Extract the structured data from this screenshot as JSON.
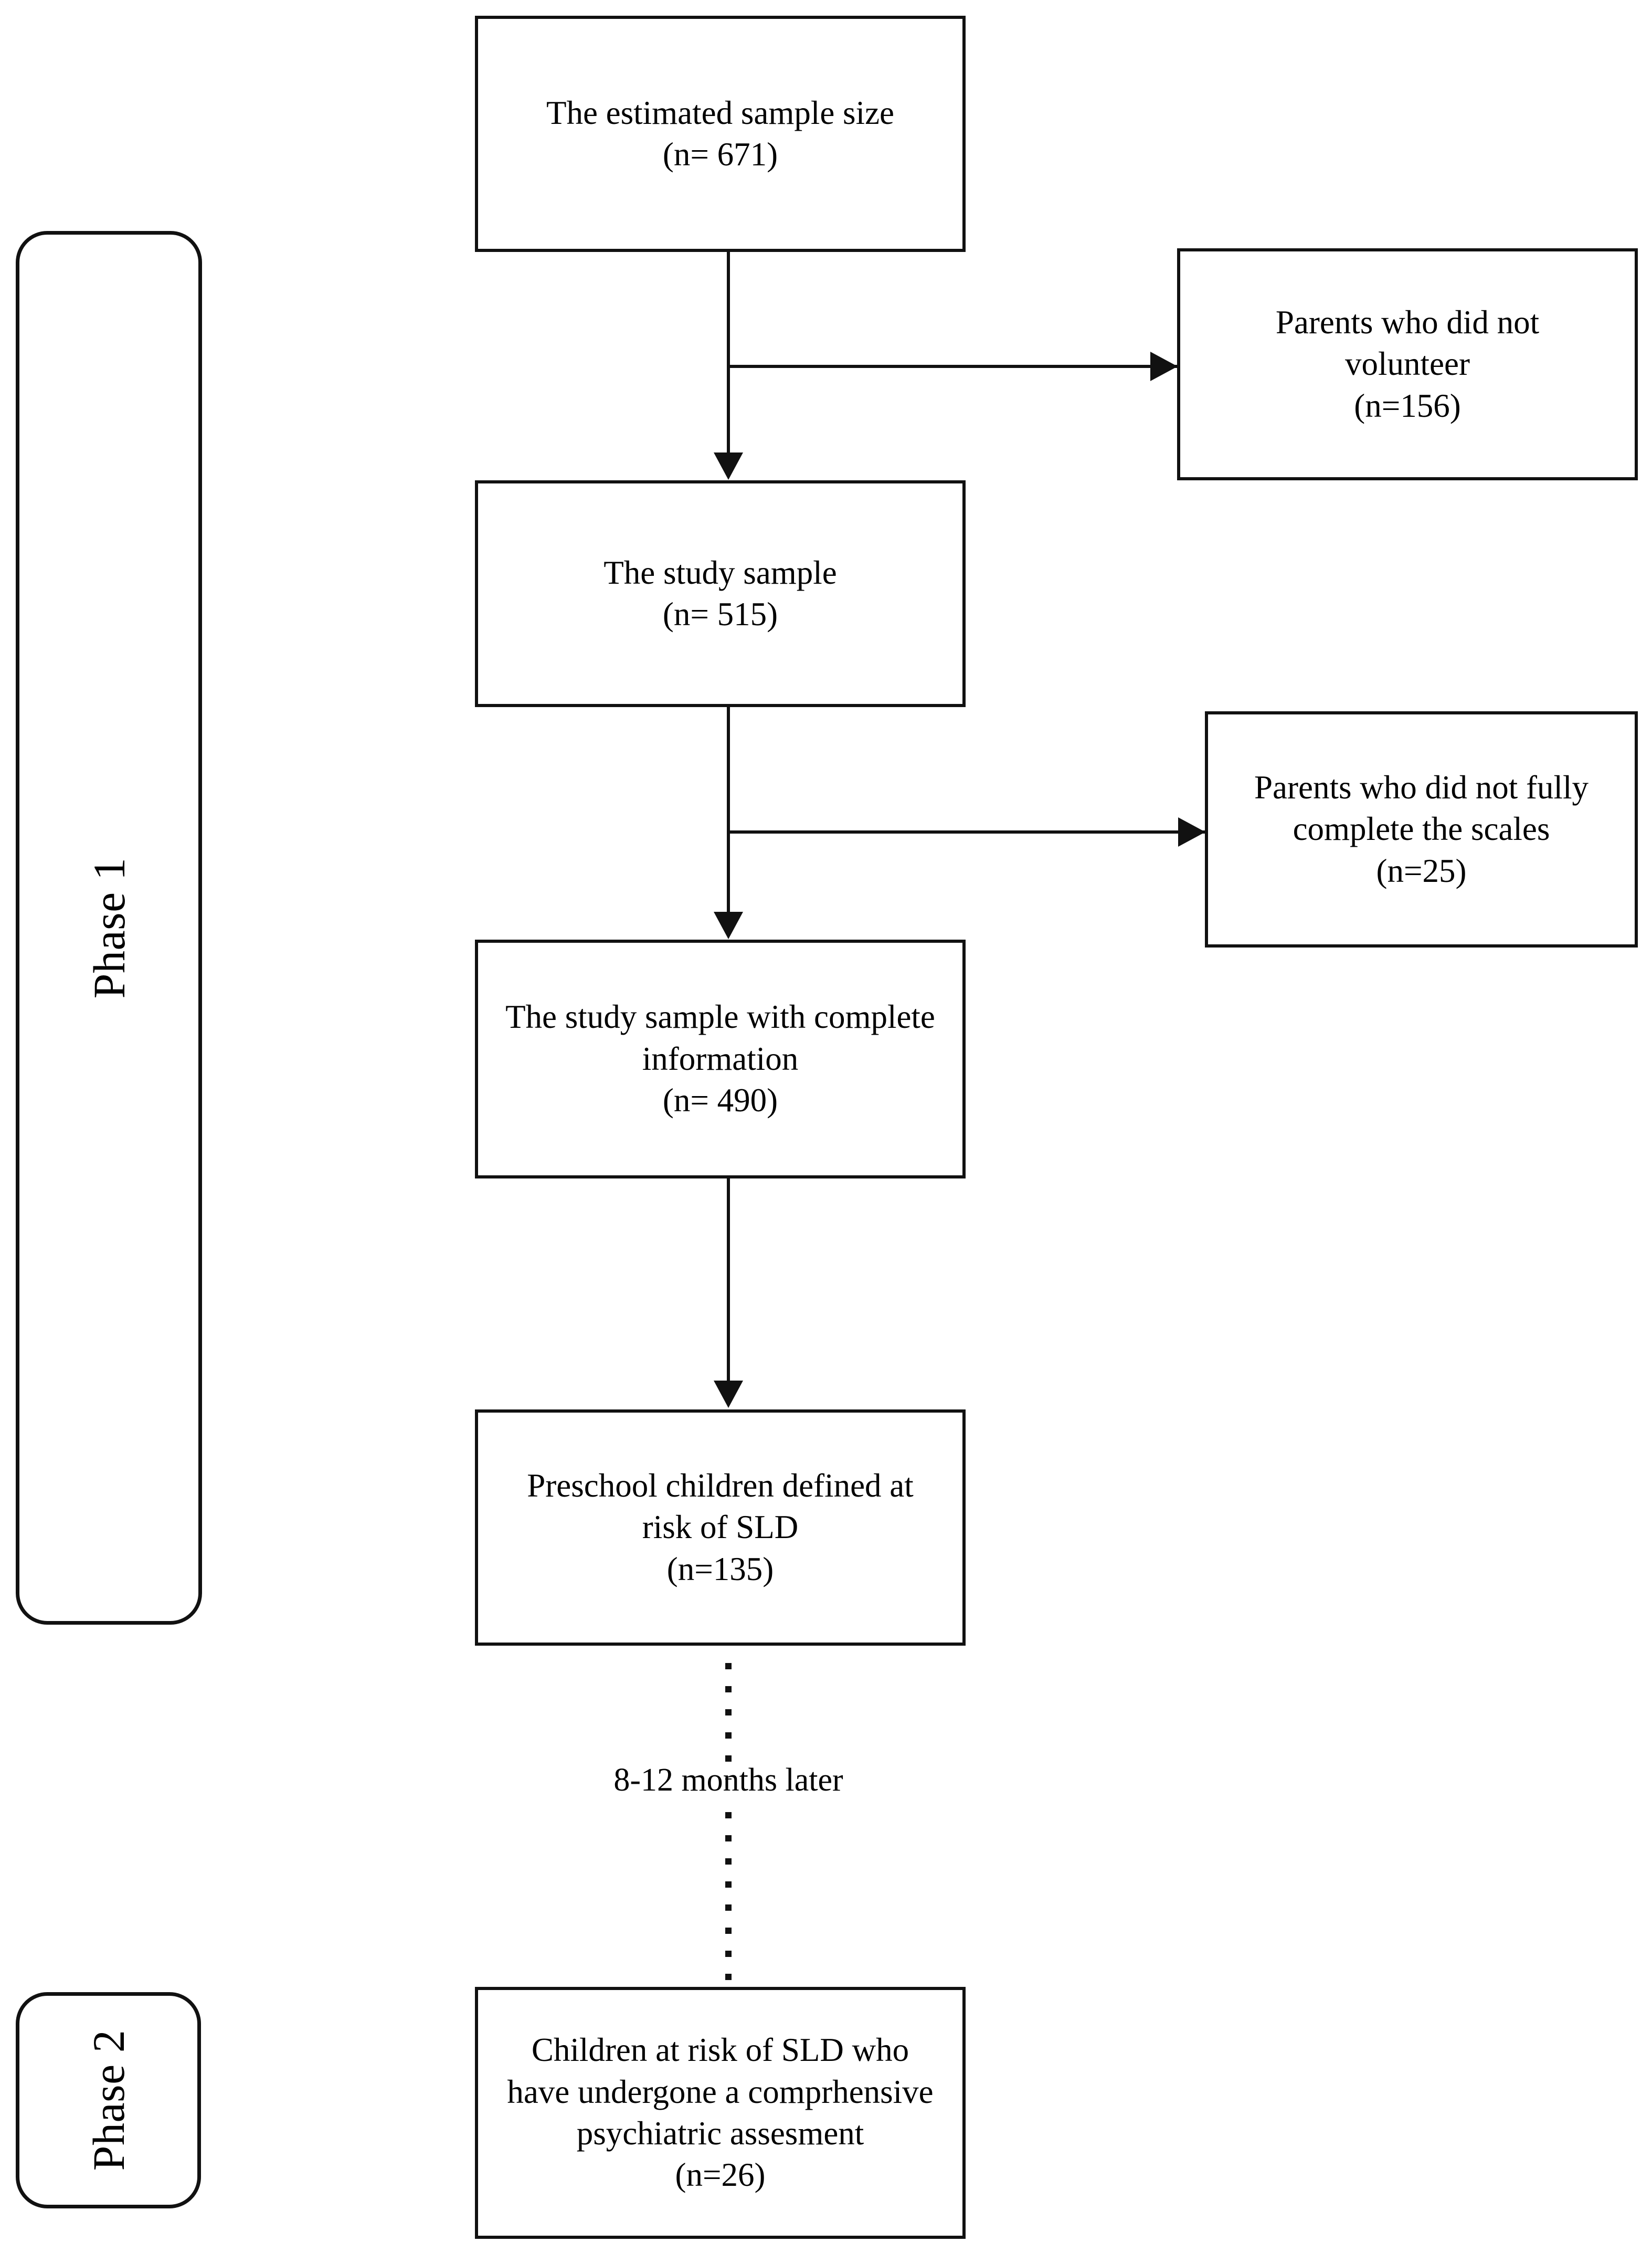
{
  "figure": {
    "type": "study-flow-diagram",
    "phases": [
      {
        "id": "phase-1",
        "label": "Phase 1"
      },
      {
        "id": "phase-2",
        "label": "Phase 2"
      }
    ],
    "nodes": [
      {
        "id": "estimated-sample",
        "text": "The estimated sample size\n(n= 671)",
        "column": "main"
      },
      {
        "id": "non-volunteers",
        "text": "Parents who did not\nvolunteer\n(n=156)",
        "column": "exclusion"
      },
      {
        "id": "study-sample",
        "text": "The study sample\n(n= 515)",
        "column": "main"
      },
      {
        "id": "incomplete-scales",
        "text": "Parents who did not fully\ncomplete the scales\n(n=25)",
        "column": "exclusion"
      },
      {
        "id": "complete-information",
        "text": "The study sample with complete\ninformation\n(n= 490)",
        "column": "main"
      },
      {
        "id": "at-risk-sld",
        "text": "Preschool children defined at\nrisk of SLD\n(n=135)",
        "column": "main"
      },
      {
        "id": "psychiatric-assessment",
        "text": "Children at risk of SLD who\nhave undergone a comprhensive\npsychiatric assesment\n(n=26)",
        "column": "main"
      }
    ],
    "lapse_label": "8-12 months later",
    "colors": {
      "stroke": "#111111",
      "background": "#ffffff",
      "text": "#000000"
    }
  }
}
